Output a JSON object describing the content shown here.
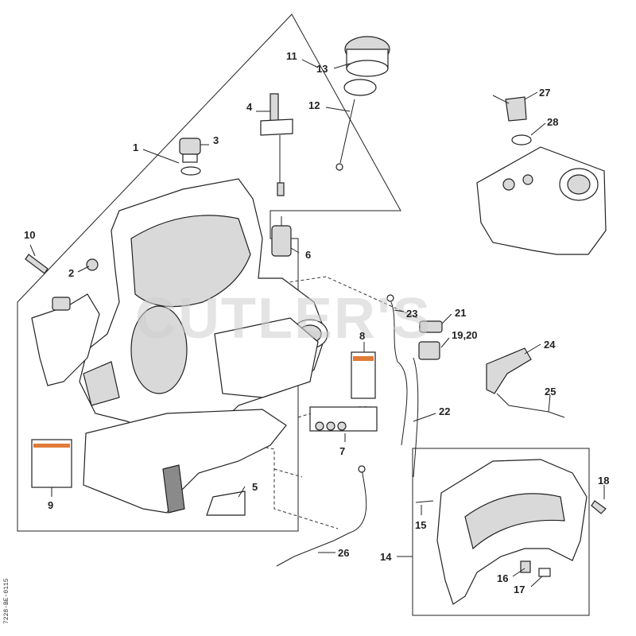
{
  "watermark": "CUTLER'S",
  "drawing_code": "7228-BE-0115",
  "callouts": {
    "c1": "1",
    "c2": "2",
    "c3": "3",
    "c4": "4",
    "c5": "5",
    "c6": "6",
    "c7": "7",
    "c8": "8",
    "c9": "9",
    "c10": "10",
    "c11": "11",
    "c12": "12",
    "c13": "13",
    "c14": "14",
    "c15": "15",
    "c16": "16",
    "c17": "17",
    "c18": "18",
    "c1920": "19,20",
    "c21": "21",
    "c22": "22",
    "c23": "23",
    "c24": "24",
    "c25": "25",
    "c26": "26",
    "c27": "27",
    "c28": "28"
  }
}
